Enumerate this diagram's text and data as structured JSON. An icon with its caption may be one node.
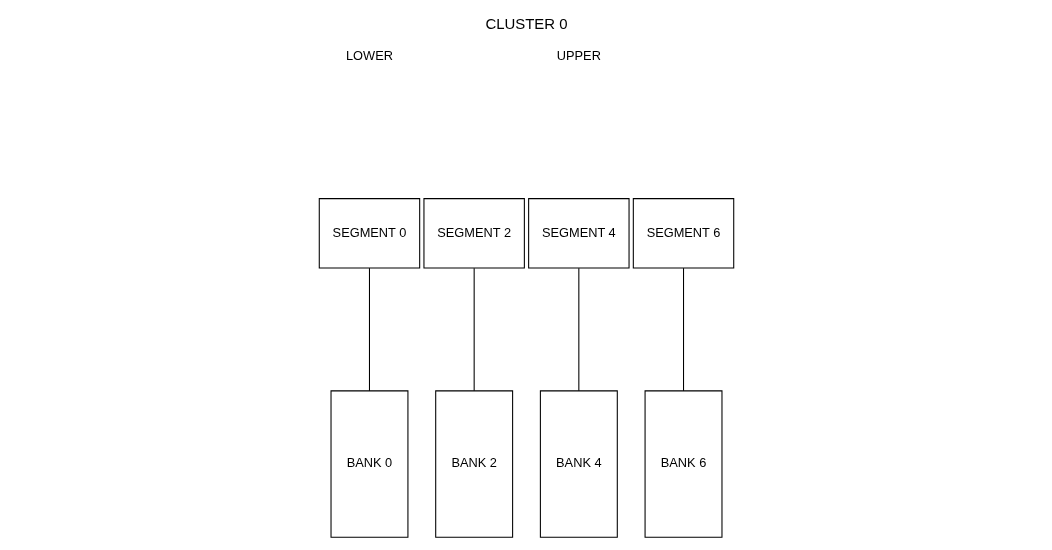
{
  "diagram": {
    "title": "CLUSTER 0",
    "nodes": [
      {
        "text": [
          "SEGMENT 0"
        ]
      },
      {
        "text": [
          "SEGMENT 2"
        ]
      },
      {
        "text": [
          "SEGMENT 4"
        ]
      },
      {
        "text": [
          "SEGMENT 6"
        ]
      },
      {
        "text": [
          "BANK 0"
        ]
      },
      {
        "text": [
          "BANK 2"
        ]
      },
      {
        "text": [
          "BANK 4"
        ]
      },
      {
        "text": [
          "BANK 6"
        ]
      }
    ],
    "edges": [
      {
        "from": 0,
        "to": 4,
        "arrow": "none"
      },
      {
        "from": 1,
        "to": 5,
        "arrow": "none"
      },
      {
        "from": 2,
        "to": 6,
        "arrow": "none"
      },
      {
        "from": 3,
        "to": 7,
        "arrow": "none"
      }
    ],
    "labels": [
      "LOWER",
      "UPPER"
    ]
  }
}
